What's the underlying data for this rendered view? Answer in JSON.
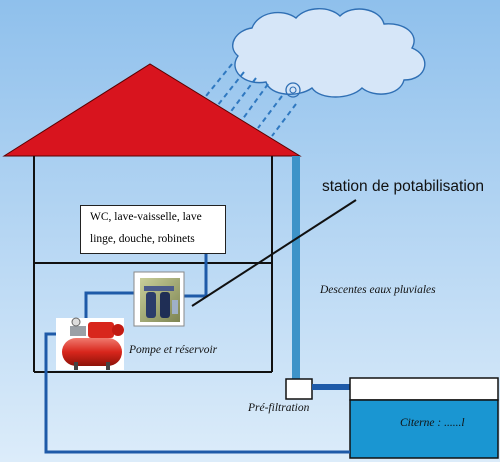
{
  "labels": {
    "station": "station de potabilisation",
    "usages_line1": "WC, lave-vaisselle, lave",
    "usages_line2": "linge, douche, robinets",
    "pump": "Pompe et réservoir",
    "downpipes": "Descentes eaux pluviales",
    "prefiltration": "Pré-filtration",
    "tank": "Citerne : ......l"
  },
  "colors": {
    "sky_top": "#8fc0ec",
    "sky_bottom": "#dcecfa",
    "roof": "#d8141e",
    "pipe": "#1e5aa8",
    "downpipe": "#3d93c8",
    "tank_water": "#1a96d2",
    "cloud": "#d6e6f8",
    "rain": "#2f78c0"
  }
}
